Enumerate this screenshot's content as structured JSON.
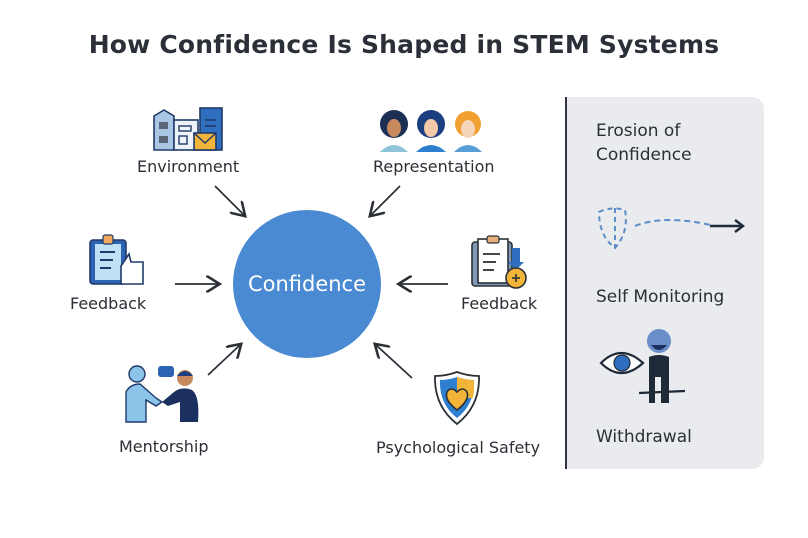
{
  "title": "How Confidence Is Shaped in STEM Systems",
  "center": {
    "label": "Confidence",
    "color": "#4a8ad3"
  },
  "factors": [
    {
      "id": "environment",
      "label": "Environment",
      "icon": "buildings-mail-icon",
      "arrow": "down-right"
    },
    {
      "id": "representation",
      "label": "Representation",
      "icon": "three-women-icon",
      "arrow": "down-left"
    },
    {
      "id": "feedback_left",
      "label": "Feedback",
      "icon": "clipboard-thumbs-up-icon",
      "arrow": "right"
    },
    {
      "id": "feedback_right",
      "label": "Feedback",
      "icon": "clipboard-badge-icon",
      "arrow": "left"
    },
    {
      "id": "mentorship",
      "label": "Mentorship",
      "icon": "handshake-icon",
      "arrow": "up-right"
    },
    {
      "id": "psychological_safety",
      "label": "Psychological Safety",
      "icon": "shield-heart-icon",
      "arrow": "up-left"
    }
  ],
  "side_panel": {
    "heading_line1": "Erosion of",
    "heading_line2": "Confidence",
    "icon": "dashed-shield-arrow-icon",
    "step1": "Self Monitoring",
    "step1_icon": "eye-withdrawn-person-icon",
    "step2": "Withdrawal"
  },
  "colors": {
    "accent_blue": "#4a8ad3",
    "dark_navy": "#1f3a68",
    "yellow": "#f2b53a",
    "panel_bg": "#e9ebef",
    "text": "#2b2f36"
  }
}
